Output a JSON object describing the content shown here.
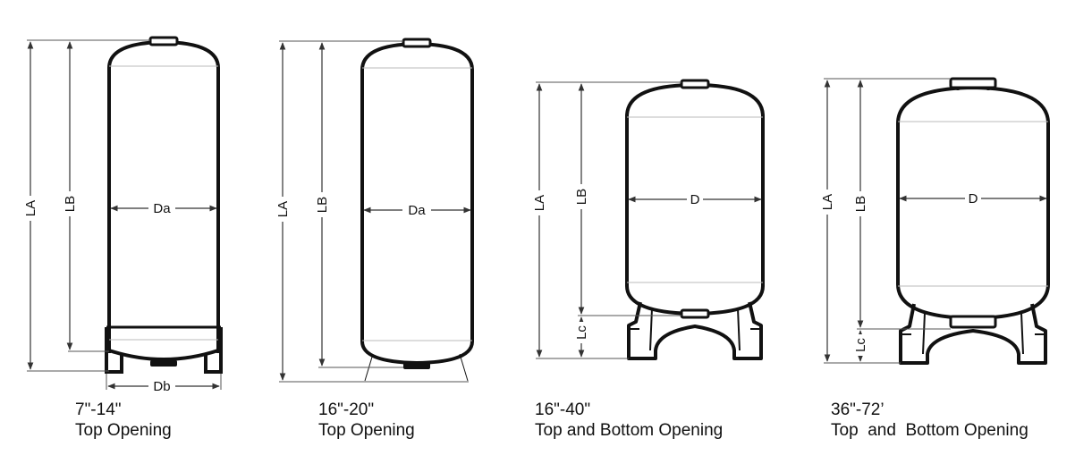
{
  "colors": {
    "ink": "#111111",
    "dim": "#333333",
    "faint": "#bbbbbb",
    "paper": "#ffffff"
  },
  "tanks": [
    {
      "size": "7\"-14\"",
      "opening": "Top Opening",
      "labels": {
        "la": "LA",
        "lb": "LB",
        "d": "Da",
        "db": "Db"
      }
    },
    {
      "size": "16\"-20\"",
      "opening": "Top Opening",
      "labels": {
        "la": "LA",
        "lb": "LB",
        "d": "Da"
      }
    },
    {
      "size": "16\"-40\"",
      "opening": "Top and Bottom Opening",
      "labels": {
        "la": "LA",
        "lb": "LB",
        "d": "D",
        "lc": "Lc"
      }
    },
    {
      "size": "36\"-72’",
      "opening": "Top  and  Bottom Opening",
      "labels": {
        "la": "LA",
        "lb": "LB",
        "d": "D",
        "lc": "Lc"
      }
    }
  ]
}
